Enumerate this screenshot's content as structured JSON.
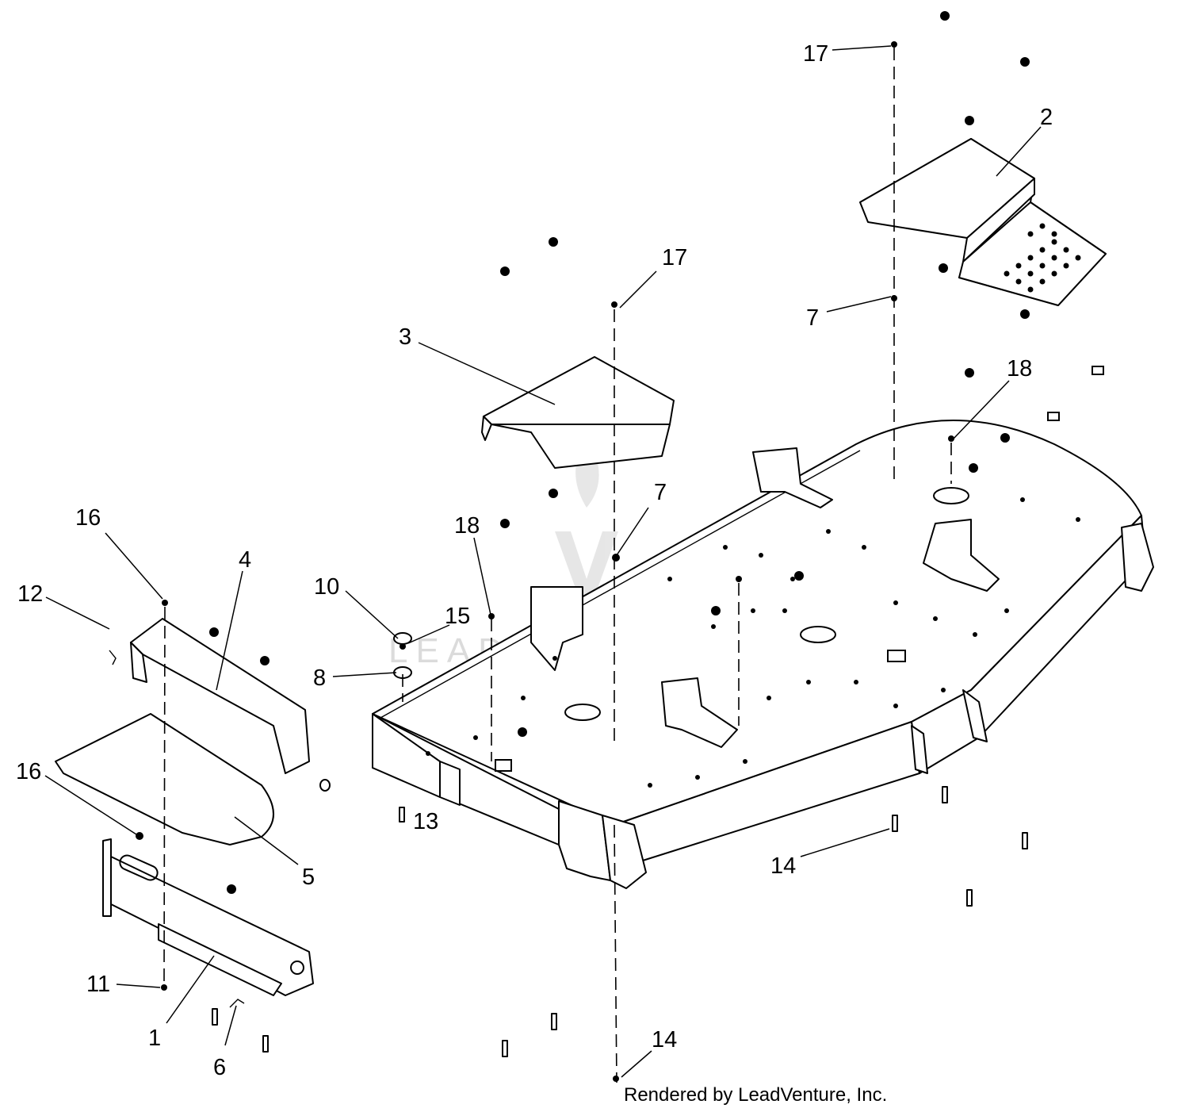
{
  "callouts": [
    {
      "id": "17a",
      "text": "17"
    },
    {
      "id": "2",
      "text": "2"
    },
    {
      "id": "17b",
      "text": "17"
    },
    {
      "id": "7a",
      "text": "7"
    },
    {
      "id": "3",
      "text": "3"
    },
    {
      "id": "18a",
      "text": "18"
    },
    {
      "id": "7b",
      "text": "7"
    },
    {
      "id": "18b",
      "text": "18"
    },
    {
      "id": "16a",
      "text": "16"
    },
    {
      "id": "4",
      "text": "4"
    },
    {
      "id": "12",
      "text": "12"
    },
    {
      "id": "10",
      "text": "10"
    },
    {
      "id": "15",
      "text": "15"
    },
    {
      "id": "8",
      "text": "8"
    },
    {
      "id": "16b",
      "text": "16"
    },
    {
      "id": "13",
      "text": "13"
    },
    {
      "id": "5",
      "text": "5"
    },
    {
      "id": "14a",
      "text": "14"
    },
    {
      "id": "11",
      "text": "11"
    },
    {
      "id": "1",
      "text": "1"
    },
    {
      "id": "6",
      "text": "6"
    },
    {
      "id": "14b",
      "text": "14"
    }
  ],
  "credit": "Rendered by LeadVenture, Inc.",
  "watermark": "LEADVENTURE"
}
